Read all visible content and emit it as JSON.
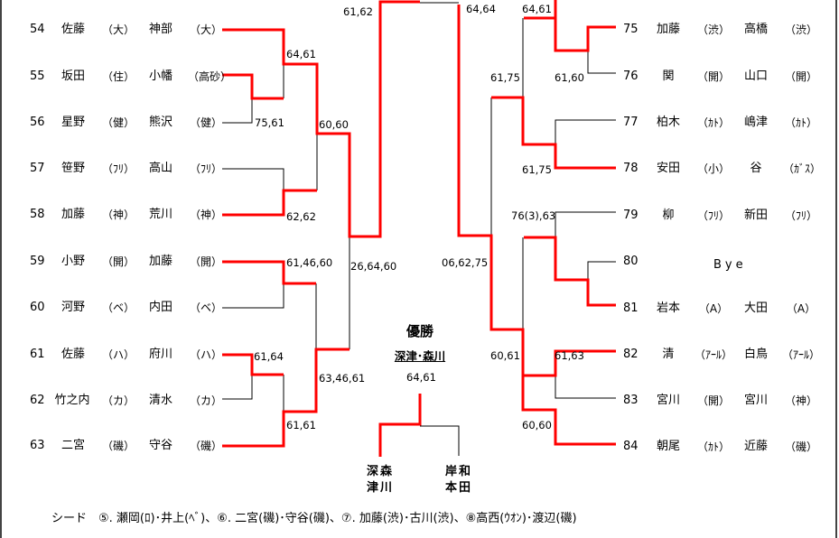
{
  "left_entries": [
    {
      "no": "54",
      "p1": "佐藤",
      "c1": "（大）",
      "p2": "神部",
      "c2": "（大）"
    },
    {
      "no": "55",
      "p1": "坂田",
      "c1": "（住）",
      "p2": "小幡",
      "c2": "（高砂）"
    },
    {
      "no": "56",
      "p1": "星野",
      "c1": "（健）",
      "p2": "熊沢",
      "c2": "（健）"
    },
    {
      "no": "57",
      "p1": "笹野",
      "c1": "（ﾌﾘ）",
      "p2": "高山",
      "c2": "（ﾌﾘ）"
    },
    {
      "no": "58",
      "p1": "加藤",
      "c1": "（神）",
      "p2": "荒川",
      "c2": "（神）"
    },
    {
      "no": "59",
      "p1": "小野",
      "c1": "（開）",
      "p2": "加藤",
      "c2": "（開）"
    },
    {
      "no": "60",
      "p1": "河野",
      "c1": "（ベ）",
      "p2": "内田",
      "c2": "（ベ）"
    },
    {
      "no": "61",
      "p1": "佐藤",
      "c1": "（ハ）",
      "p2": "府川",
      "c2": "（ハ）"
    },
    {
      "no": "62",
      "p1": "竹之内",
      "c1": "（カ）",
      "p2": "清水",
      "c2": "（カ）"
    },
    {
      "no": "63",
      "p1": "二宮",
      "c1": "（磯）",
      "p2": "守谷",
      "c2": "（磯）"
    }
  ],
  "right_entries": [
    {
      "no": "75",
      "p1": "加藤",
      "c1": "（渋）",
      "p2": "高橋",
      "c2": "（渋）"
    },
    {
      "no": "76",
      "p1": "関",
      "c1": "（開）",
      "p2": "山口",
      "c2": "（開）"
    },
    {
      "no": "77",
      "p1": "柏木",
      "c1": "（ｶﾄ）",
      "p2": "嶋津",
      "c2": "（ｶﾄ）"
    },
    {
      "no": "78",
      "p1": "安田",
      "c1": "（小）",
      "p2": "谷",
      "c2": "（ｶﾞｽ）"
    },
    {
      "no": "79",
      "p1": "柳",
      "c1": "（ﾌﾘ）",
      "p2": "新田",
      "c2": "（ﾌﾘ）"
    },
    {
      "no": "80",
      "p1": "",
      "c1": "",
      "p2": "",
      "c2": ""
    },
    {
      "no": "81",
      "p1": "岩本",
      "c1": "（A）",
      "p2": "大田",
      "c2": "（A）"
    },
    {
      "no": "82",
      "p1": "清",
      "c1": "（ｱｰﾙ）",
      "p2": "白鳥",
      "c2": "（ｱｰﾙ）"
    },
    {
      "no": "83",
      "p1": "宮川",
      "c1": "（開）",
      "p2": "宮川",
      "c2": "（神）"
    },
    {
      "no": "84",
      "p1": "朝尾",
      "c1": "（ｶﾄ）",
      "p2": "近藤",
      "c2": "（磯）"
    }
  ],
  "bye_label": "Bye",
  "scores": {
    "s_61_62": "61,62",
    "s_64_64": "64,64",
    "s_64_61_r": "64,61",
    "s_64_61_l": "64,61",
    "s_75_61": "75,61",
    "s_60_60_l": "60,60",
    "s_62_62": "62,62",
    "s_61_46_60": "61,46,60",
    "s_26_64_60": "26,64,60",
    "s_61_64": "61,64",
    "s_63_46_61": "63,46,61",
    "s_61_61": "61,61",
    "s_61_75_a": "61,75",
    "s_61_60": "61,60",
    "s_61_75_b": "61,75",
    "s_76_3_63": "76(3),63",
    "s_06_62_75": "06,62,75",
    "s_60_61": "60,61",
    "s_61_63": "61,63",
    "s_60_60_r": "60,60",
    "s_final": "64,61"
  },
  "champion": {
    "title": "優勝",
    "names": "深津･森川"
  },
  "final_left": {
    "line1": "深森",
    "line2": "津川"
  },
  "final_right": {
    "line1": "岸和",
    "line2": "本田"
  },
  "seed_note": "シード　⑤. 瀬岡(ﾛ)･井上(ﾍﾞ)、⑥. 二宮(磯)･守谷(磯)、⑦. 加藤(渋)･古川(渋)、⑧高西(ｳｵﾝ)･渡辺(磯)",
  "colors": {
    "winner_line": "#ff0000",
    "line": "#000000"
  }
}
